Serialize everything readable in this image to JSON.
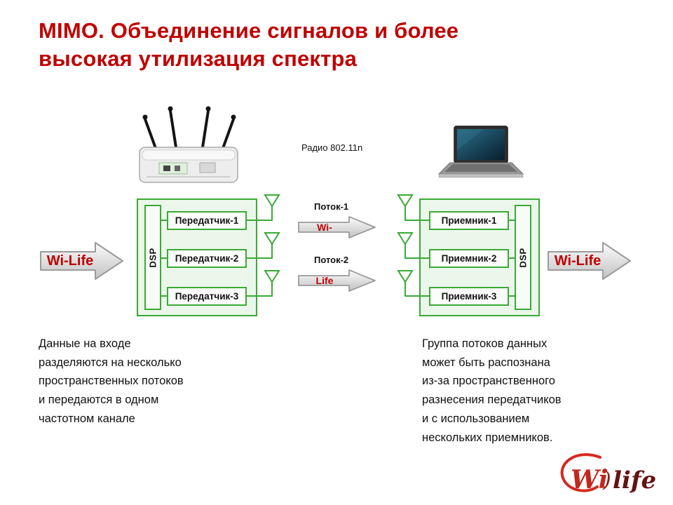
{
  "slide": {
    "title": "MIMO. Объединение сигналов и более\nвысокая утилизация спектра",
    "radio_label": "Радио 802.11n",
    "flow": {
      "input_arrow_label": "Wi-Life",
      "output_arrow_label": "Wi-Life",
      "stream1_label": "Поток-1",
      "stream1_text": "Wi-",
      "stream2_label": "Поток-2",
      "stream2_text": "Life"
    },
    "transmitter_block": {
      "dsp_label": "DSP",
      "items": [
        "Передатчик-1",
        "Передатчик-2",
        "Передатчик-3"
      ]
    },
    "receiver_block": {
      "dsp_label": "DSP",
      "items": [
        "Приемник-1",
        "Приемник-2",
        "Приемник-3"
      ]
    },
    "captions": {
      "left": "Данные на входе\nразделяются на несколько\nпространственных потоков\nи передаются в одном\nчастотном канале",
      "right": "Группа потоков данных\nможет быть распознана\nиз-за пространственного\nразнесения передатчиков\nи с использованием\nнескольких приемников."
    },
    "logo": {
      "wi": "Wi",
      "paren": ")",
      "life": "life"
    },
    "colors": {
      "title_red": "#C00000",
      "diagram_green": "#3AAA35",
      "arrow_text_red": "#C00000",
      "arrow_fill_light": "#FCFCFC",
      "arrow_fill_dark": "#C2C2C2"
    }
  }
}
